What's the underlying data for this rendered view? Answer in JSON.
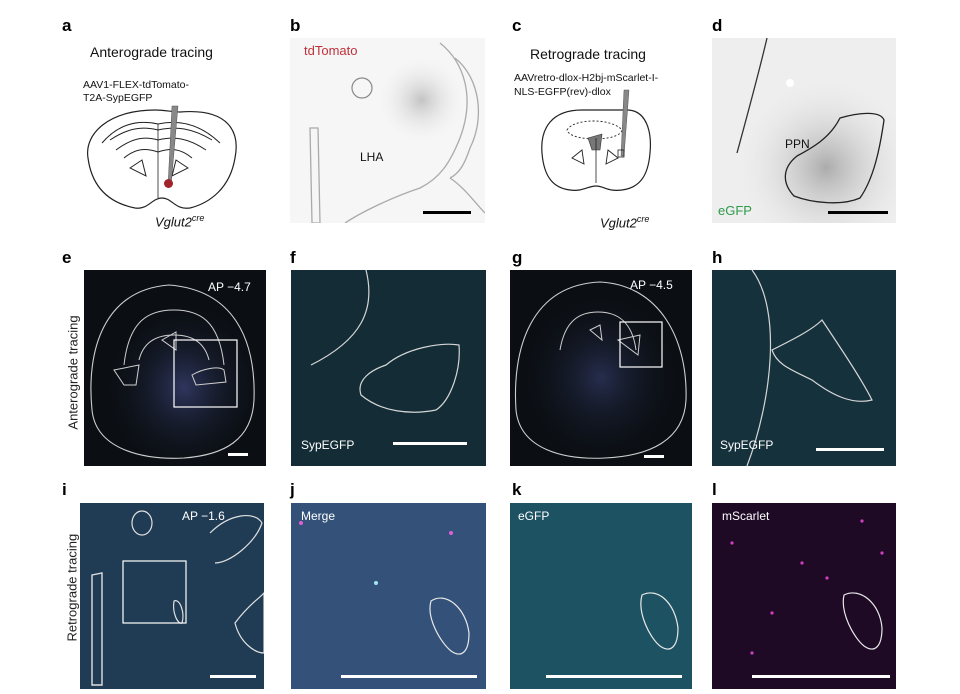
{
  "panel_labels": {
    "a": "a",
    "b": "b",
    "c": "c",
    "d": "d",
    "e": "e",
    "f": "f",
    "g": "g",
    "h": "h",
    "i": "i",
    "j": "j",
    "k": "k",
    "l": "l"
  },
  "row_labels": {
    "anterograde": "Anterograde tracing",
    "retrograde": "Retrograde tracing"
  },
  "panel_a": {
    "title": "Anterograde tracing",
    "virus_line1": "AAV1-FLEX-tdTomato-",
    "virus_line2": "T2A-SypEGFP",
    "mouse": "Vglut2",
    "mouse_sup": "cre",
    "dot_color": "#a0242a"
  },
  "panel_b": {
    "channel": "tdTomato",
    "region": "LHA",
    "channel_color": "#c0313b"
  },
  "panel_c": {
    "title": "Retrograde tracing",
    "virus_line1": "AAVretro-dlox-H2bj-mScarlet-I-",
    "virus_line2": "NLS-EGFP(rev)-dlox",
    "mouse": "Vglut2",
    "mouse_sup": "cre"
  },
  "panel_d": {
    "region": "PPN",
    "channel": "eGFP",
    "channel_color": "#2e9a4a"
  },
  "panel_e": {
    "ap": "AP −4.7"
  },
  "panel_f": {
    "channel": "SypEGFP"
  },
  "panel_g": {
    "ap": "AP −4.5"
  },
  "panel_h": {
    "channel": "SypEGFP"
  },
  "panel_i": {
    "ap": "AP −1.6"
  },
  "panel_j": {
    "channel": "Merge"
  },
  "panel_k": {
    "channel": "eGFP"
  },
  "panel_l": {
    "channel": "mScarlet"
  },
  "colors": {
    "cyan": "#3fb8d0",
    "magenta": "#d03fbf",
    "outline": "#d8d8d8"
  }
}
